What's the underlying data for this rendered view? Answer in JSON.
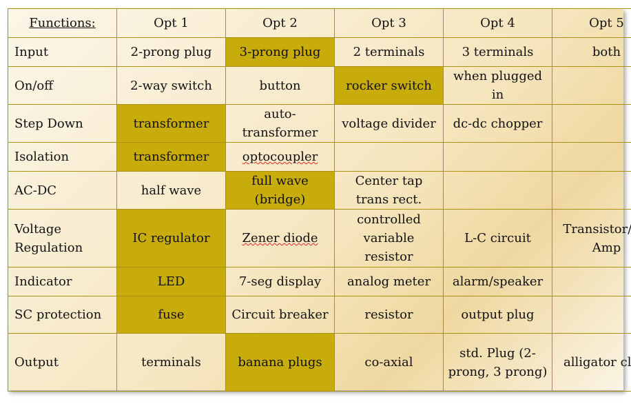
{
  "header": [
    "Functions:",
    "Opt 1",
    "Opt 2",
    "Opt 3",
    "Opt 4",
    "Opt 5"
  ],
  "rows": [
    {
      "function": "Input",
      "options": [
        "2-prong plug",
        "3-prong plug",
        "2 terminals",
        "3 terminals",
        "both"
      ],
      "selected": 1
    },
    {
      "function": "On/off",
      "options": [
        "2-way switch",
        "button",
        "rocker switch",
        "when plugged in",
        ""
      ],
      "selected": 2
    },
    {
      "function": "Step Down",
      "options": [
        "transformer",
        "auto-transformer",
        "voltage divider",
        "dc-dc chopper",
        ""
      ],
      "selected": 0
    },
    {
      "function": "Isolation",
      "options": [
        "transformer",
        "optocoupler",
        "",
        "",
        ""
      ],
      "selected": 0
    },
    {
      "function": "AC-DC",
      "options": [
        "half wave",
        "full wave (bridge)",
        "Center tap trans rect.",
        "",
        ""
      ],
      "selected": 1
    },
    {
      "function": "Voltage Regulation",
      "options": [
        "IC regulator",
        "Zener diode",
        "controlled variable resistor",
        "L-C circuit",
        "Transistor/Op Amp"
      ],
      "selected": 0
    },
    {
      "function": "Indicator",
      "options": [
        "LED",
        "7-seg display",
        "analog meter",
        "alarm/speaker",
        ""
      ],
      "selected": 0
    },
    {
      "function": "SC protection",
      "options": [
        "fuse",
        "Circuit breaker",
        "resistor",
        "output plug",
        ""
      ],
      "selected": 0
    },
    {
      "function": "Output",
      "options": [
        "terminals",
        "banana plugs",
        "co-axial",
        "std. Plug (2-prong, 3 prong)",
        "alligator clips"
      ],
      "selected": 1
    }
  ],
  "colors": {
    "selected": "#c8ac0b",
    "border": "#a89212",
    "background": "#f6e6bf"
  }
}
